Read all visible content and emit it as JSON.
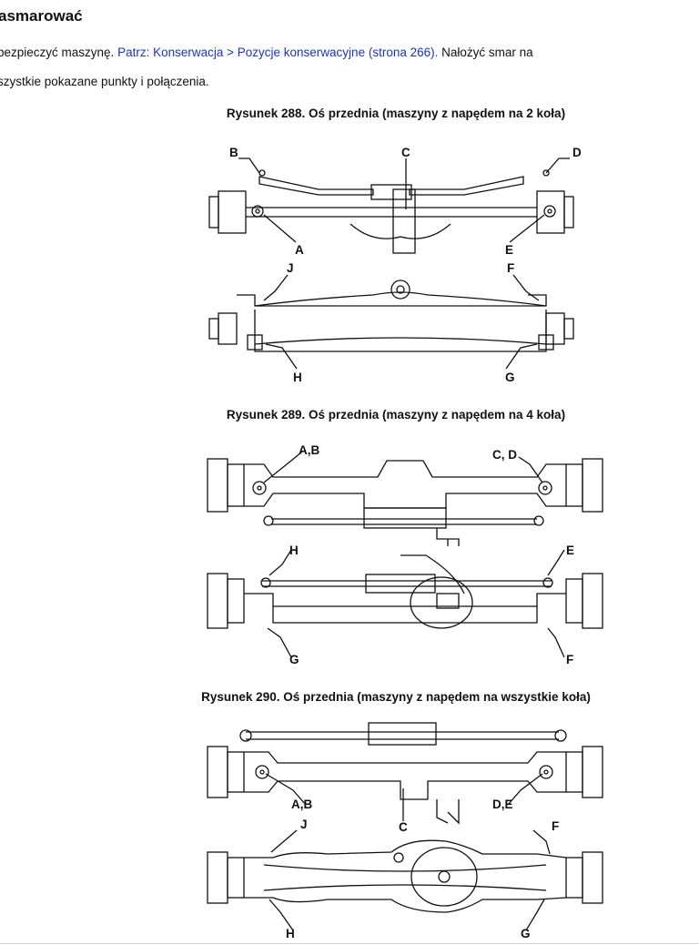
{
  "heading": "asmarować",
  "para1": {
    "before": "bezpieczyć maszynę.",
    "link": "Patrz: Konserwacja > Pozycje konserwacyjne (strona 266).",
    "after": "Nałożyć smar na"
  },
  "para2": "szystkie pokazane punkty i połączenia.",
  "figures": [
    {
      "caption": "Rysunek 288. Oś przednia (maszyny z napędem na 2 koła)",
      "labels": {
        "B": "B",
        "C": "C",
        "D": "D",
        "A": "A",
        "E": "E",
        "J": "J",
        "F": "F",
        "H": "H",
        "G": "G"
      }
    },
    {
      "caption": "Rysunek 289. Oś przednia (maszyny z napędem na 4 koła)",
      "labels": {
        "AB": "A,B",
        "CD": "C, D",
        "H": "H",
        "E": "E",
        "G": "G",
        "F": "F"
      }
    },
    {
      "caption": "Rysunek 290. Oś przednia (maszyny z napędem na wszystkie koła)",
      "labels": {
        "AB": "A,B",
        "C": "C",
        "DE": "D,E",
        "J": "J",
        "F": "F",
        "H": "H",
        "G": "G"
      }
    }
  ]
}
